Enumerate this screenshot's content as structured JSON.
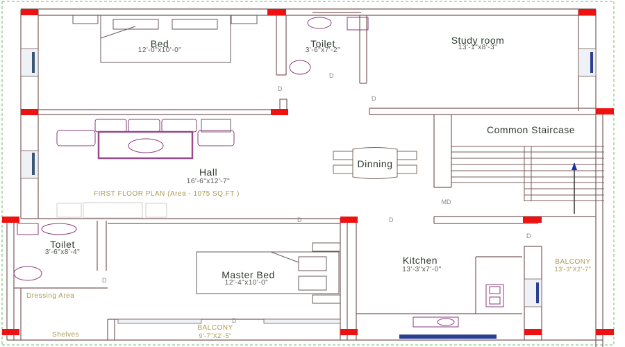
{
  "plan": {
    "title": "FIRST FLOOR PLAN (Area - 1075 SQ.FT  )",
    "colors": {
      "wall": "#7a5a5a",
      "column": "#ee1111",
      "furniture": "#8a3a7a",
      "window": "#2a3f8f",
      "border": "#9ad49a",
      "label": "#2d3b2d",
      "annotation": "#a89a52"
    }
  },
  "rooms": [
    {
      "name": "Bed",
      "dim": "12'-0\"x10'-0\""
    },
    {
      "name": "Toilet",
      "dim": "3'-6\"x7'-2\""
    },
    {
      "name": "Study room",
      "dim": "13'-1\"x8'-3\""
    },
    {
      "name": "Common Staircase",
      "dim": ""
    },
    {
      "name": "Hall",
      "dim": "16'-6\"x12'-7\""
    },
    {
      "name": "Dinning",
      "dim": ""
    },
    {
      "name": "Toilet",
      "dim": "3'-6\"x8'-4\""
    },
    {
      "name": "Master Bed",
      "dim": "12'-4\"x10'-0\""
    },
    {
      "name": "Kitchen",
      "dim": "13'-3\"x7'-0\""
    }
  ],
  "annotations": {
    "balcony_right": {
      "name": "BALCONY",
      "dim": "13'-3\"X2'-7\""
    },
    "balcony_bottom": {
      "name": "BALCONY",
      "dim": "9'-7\"X2'-5\""
    },
    "dressing": "Dressing Area",
    "shelves": "Shelves",
    "main_door": "MD",
    "door": "D"
  }
}
